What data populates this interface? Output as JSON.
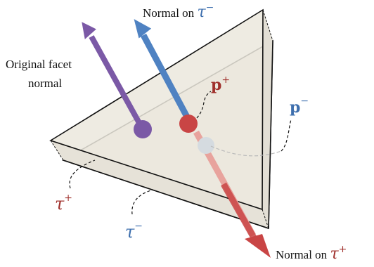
{
  "labels": {
    "normal_tau_minus": {
      "prefix": "Normal on ",
      "symbol": "τ",
      "sup": "−"
    },
    "normal_tau_plus": {
      "prefix": "Normal on ",
      "symbol": "τ",
      "sup": "+"
    },
    "original_normal_line1": "Original facet",
    "original_normal_line2": "normal",
    "p_plus": {
      "symbol": "p",
      "sup": "+"
    },
    "p_minus": {
      "symbol": "p",
      "sup": "−"
    },
    "tau_plus": {
      "symbol": "τ",
      "sup": "+"
    },
    "tau_minus": {
      "symbol": "τ",
      "sup": "−"
    }
  },
  "colors": {
    "purple": "#7b59a6",
    "blue": "#4f82c2",
    "red": "#c94545",
    "red_light": "#e8a39d",
    "grey_dot": "#d5dbe0",
    "facet_fill": "#ebe7dd",
    "text_red": "#a0302c",
    "text_blue": "#3e6fae"
  }
}
